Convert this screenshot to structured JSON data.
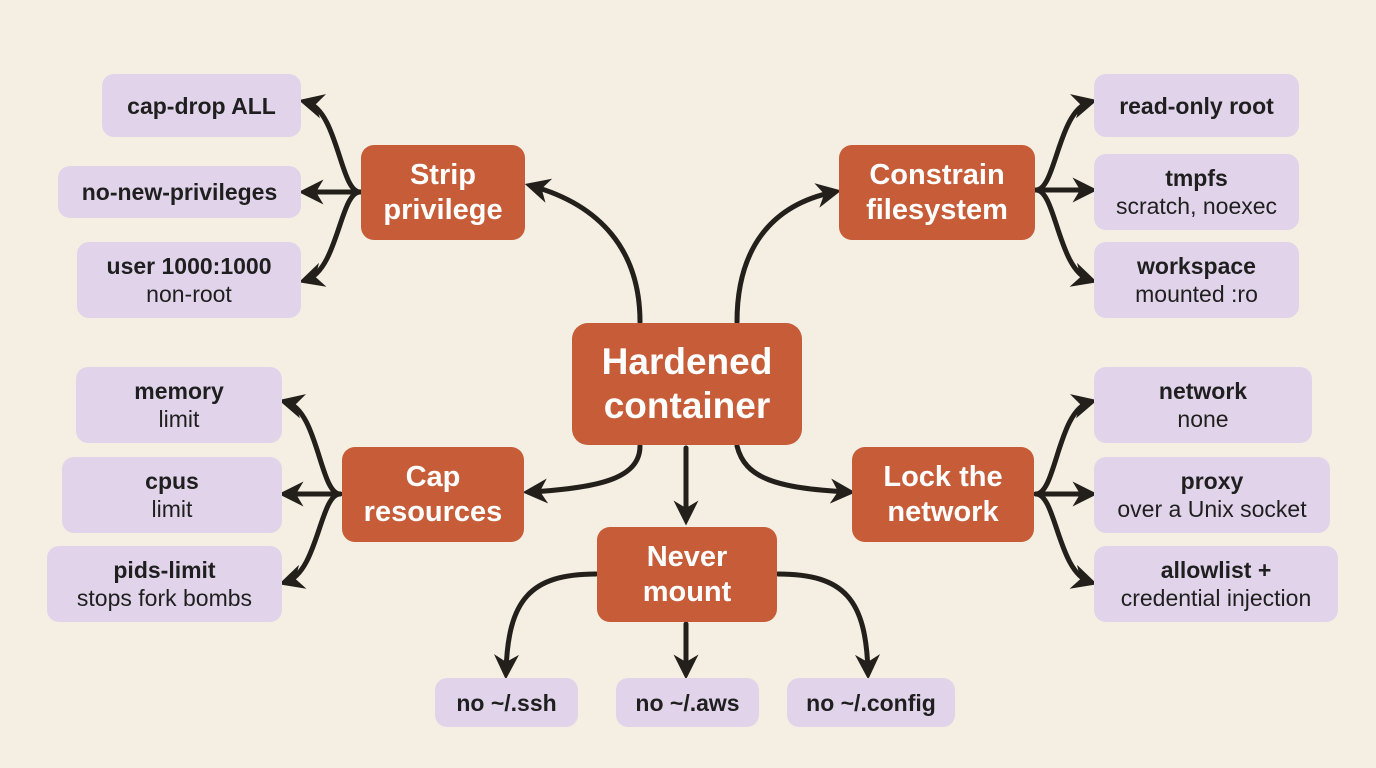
{
  "colors": {
    "background": "#f4efe2",
    "branch_fill": "#c65c38",
    "leaf_fill": "#e1d4ea",
    "edge": "#231f1a"
  },
  "center": {
    "line1": "Hardened",
    "line2": "container"
  },
  "branches": {
    "strip": {
      "line1": "Strip",
      "line2": "privilege"
    },
    "fs": {
      "line1": "Constrain",
      "line2": "filesystem"
    },
    "cap": {
      "line1": "Cap",
      "line2": "resources"
    },
    "net": {
      "line1": "Lock the",
      "line2": "network"
    },
    "never": {
      "line1": "Never",
      "line2": "mount"
    }
  },
  "leaves": {
    "capdrop": {
      "title": "cap-drop ALL"
    },
    "nonewpriv": {
      "title": "no-new-privileges"
    },
    "user": {
      "title": "user 1000:1000",
      "sub": "non-root"
    },
    "readonly": {
      "title": "read-only root"
    },
    "tmpfs": {
      "title": "tmpfs",
      "sub": "scratch, noexec"
    },
    "workspace": {
      "title": "workspace",
      "sub": "mounted :ro"
    },
    "memory": {
      "title": "memory",
      "sub": "limit"
    },
    "cpus": {
      "title": "cpus",
      "sub": "limit"
    },
    "pids": {
      "title": "pids-limit",
      "sub": "stops fork bombs"
    },
    "network": {
      "title": "network",
      "sub": "none"
    },
    "proxy": {
      "title": "proxy",
      "sub": "over a Unix socket"
    },
    "allowlist": {
      "title": "allowlist +",
      "sub": "credential injection"
    },
    "ssh": {
      "title": "no ~/.ssh"
    },
    "aws": {
      "title": "no ~/.aws"
    },
    "config": {
      "title": "no ~/.config"
    }
  }
}
